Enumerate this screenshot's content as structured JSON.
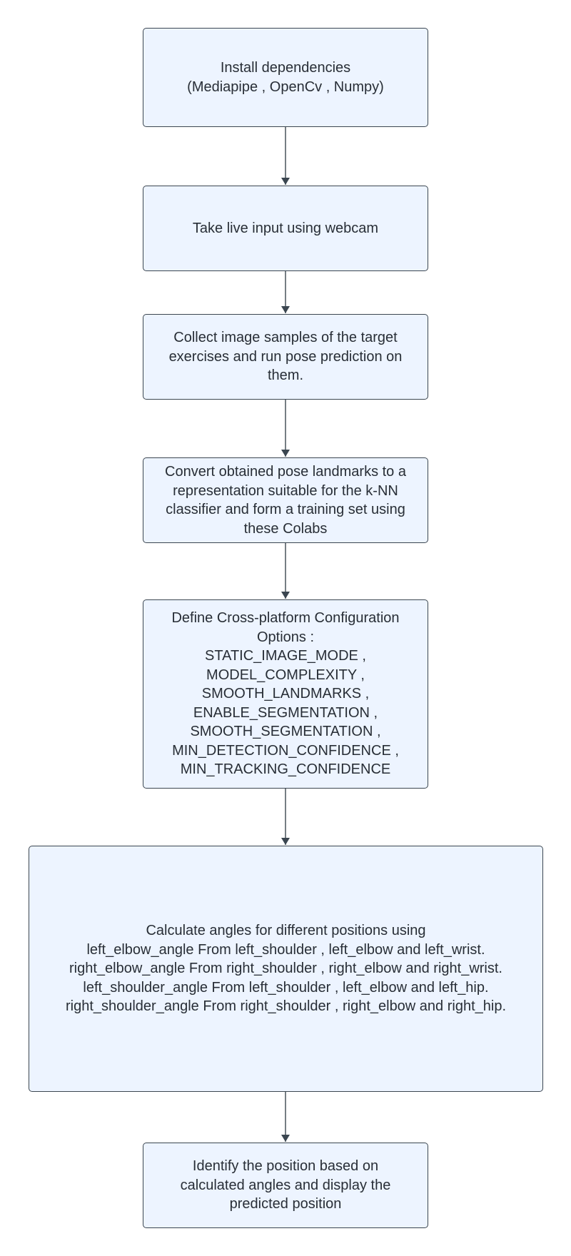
{
  "flowchart": {
    "nodes": [
      {
        "id": "n1",
        "lines": [
          "Install dependencies",
          "(Mediapipe , OpenCv , Numpy)"
        ]
      },
      {
        "id": "n2",
        "lines": [
          "Take live input using webcam"
        ]
      },
      {
        "id": "n3",
        "lines": [
          "Collect image samples of the target",
          "exercises and run pose prediction on",
          "them."
        ]
      },
      {
        "id": "n4",
        "lines": [
          "Convert obtained pose landmarks to a",
          "representation suitable for the k-NN",
          "classifier and form a training set using",
          "these Colabs"
        ]
      },
      {
        "id": "n5",
        "lines": [
          "Define Cross-platform Configuration",
          "Options :",
          "STATIC_IMAGE_MODE ,",
          "MODEL_COMPLEXITY ,",
          "SMOOTH_LANDMARKS ,",
          "ENABLE_SEGMENTATION ,",
          "SMOOTH_SEGMENTATION ,",
          "MIN_DETECTION_CONFIDENCE ,",
          "MIN_TRACKING_CONFIDENCE"
        ]
      },
      {
        "id": "n6",
        "lines": [
          "Calculate angles for different positions using",
          "left_elbow_angle From left_shoulder , left_elbow and left_wrist.",
          "right_elbow_angle From right_shoulder , right_elbow and right_wrist.",
          "left_shoulder_angle From left_shoulder , left_elbow and left_hip.",
          "right_shoulder_angle From right_shoulder , right_elbow and right_hip."
        ]
      },
      {
        "id": "n7",
        "lines": [
          "Identify the position based on",
          "calculated angles and display the",
          "predicted position"
        ]
      }
    ],
    "edges": [
      {
        "from": "n1",
        "to": "n2"
      },
      {
        "from": "n2",
        "to": "n3"
      },
      {
        "from": "n3",
        "to": "n4"
      },
      {
        "from": "n4",
        "to": "n5"
      },
      {
        "from": "n5",
        "to": "n6"
      },
      {
        "from": "n6",
        "to": "n7"
      }
    ],
    "colors": {
      "node_fill": "#edf4ff",
      "node_border": "#3b4650",
      "text": "#282e36",
      "connector": "#3b4650"
    }
  }
}
